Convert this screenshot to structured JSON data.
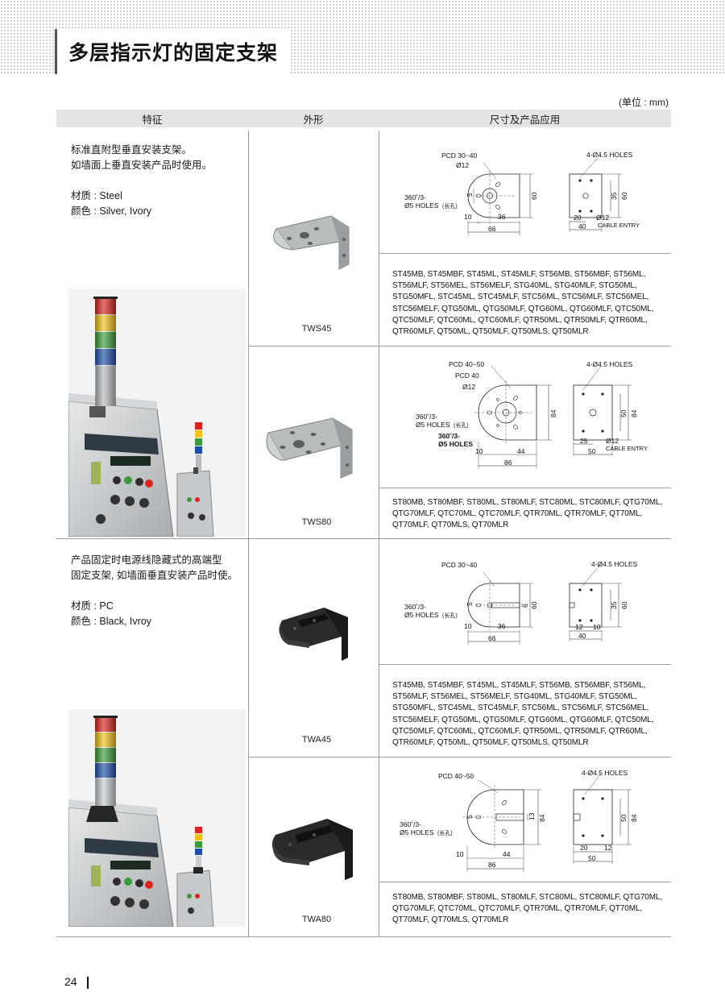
{
  "page": {
    "title": "多层指示灯的固定支架",
    "unit_note": "(单位 : mm)",
    "page_number": "24"
  },
  "table": {
    "headers": [
      "特征",
      "外形",
      "尺寸及产品应用"
    ]
  },
  "groups": [
    {
      "feature_lines": [
        "标准直附型垂直安装支架。",
        "如墙面上垂直安装产品时使用。"
      ],
      "material": "材质 : Steel",
      "color": "颜色 : Silver, Ivory"
    },
    {
      "feature_lines": [
        "产品固定时电源线隐藏式的高端型",
        "固定支架, 如墙面垂直安装产品时使。"
      ],
      "material": "材质 : PC",
      "color": "颜色 : Black, Ivroy"
    }
  ],
  "products": [
    {
      "model": "TWS45",
      "applications": [
        "ST45MB, ST45MBF, ST45ML, ST45MLF, ST56MB, ST56MBF, ST56ML,",
        "ST56MLF, ST56MEL, ST56MELF, STG40ML, STG40MLF, STG50ML,",
        "STG50MFL, STC45ML, STC45MLF, STC56ML, STC56MLF, STC56MEL,",
        "STC56MELF, QTG50ML, QTG50MLF, QTG60ML, QTG60MLF, QTC50ML,",
        "QTC50MLF, QTC60ML, QTC60MLF, QTR50ML, QTR50MLF, QTR60ML,",
        "QTR60MLF, QT50ML, QT50MLF, QT50MLS, QT50MLR"
      ],
      "dims": {
        "pcd": "PCD 30~40",
        "center": "Ø12",
        "holes_side": "4-Ø4.5 HOLES",
        "slot_1": "360˚/3-",
        "slot_2": "Ø5 HOLES",
        "slot_note": "(长孔)",
        "d5": "5",
        "h60": "60",
        "w10": "10",
        "w36": "36",
        "w66": "66",
        "s35": "35",
        "s60": "60",
        "s20": "20",
        "s40": "40",
        "cable_1": "Ø12",
        "cable_2": "CABLE ENTRY"
      }
    },
    {
      "model": "TWS80",
      "applications": [
        "ST80MB, ST80MBF, ST80ML, ST80MLF, STC80ML, STC80MLF, QTG70ML,",
        "QTG70MLF, QTC70ML, QTC70MLF, QTR70ML, QTR70MLF, QT70ML,",
        "QT70MLF, QT70MLS, QT70MLR"
      ],
      "dims": {
        "pcd": "PCD 40~50",
        "pcd2": "PCD 40",
        "center": "Ø12",
        "holes_side": "4-Ø4.5 HOLES",
        "slot_1": "360˚/3-",
        "slot_2": "Ø5 HOLES",
        "slot_note": "(长孔)",
        "slot_3": "360˚/3-",
        "slot_4": "Ø5 HOLES",
        "h84": "84",
        "w10": "10",
        "w44": "44",
        "w86": "86",
        "s50": "50",
        "s84": "84",
        "s25": "25",
        "s50b": "50",
        "cable_1": "Ø12",
        "cable_2": "CABLE ENTRY"
      }
    },
    {
      "model": "TWA45",
      "applications": [
        "ST45MB, ST45MBF, ST45ML, ST45MLF, ST56MB, ST56MBF, ST56ML,",
        "ST56MLF, ST56MEL, ST56MELF, STG40ML, STG40MLF, STG50ML,",
        "STG50MFL, STC45ML, STC45MLF, STC56ML, STC56MLF, STC56MEL,",
        "STC56MELF, QTG50ML, QTG50MLF, QTG60ML, QTG60MLF, QTC50ML,",
        "QTC50MLF, QTC60ML, QTC60MLF, QTR50ML, QTR50MLF, QTR60ML,",
        "QTR60MLF, QT50ML, QT50MLF, QT50MLS, QT50MLR"
      ],
      "dims": {
        "pcd": "PCD 30~40",
        "holes_side": "4-Ø4.5 HOLES",
        "slot_1": "360˚/3-",
        "slot_2": "Ø5 HOLES",
        "slot_note": "(长孔)",
        "d5": "5",
        "h6": "6",
        "h60": "60",
        "w10": "10",
        "w36": "36",
        "w66": "66",
        "s35": "35",
        "s60": "60",
        "s12": "12",
        "s10": "10",
        "s40": "40"
      }
    },
    {
      "model": "TWA80",
      "applications": [
        "ST80MB, ST80MBF, ST80ML, ST80MLF, STC80ML, STC80MLF, QTG70ML,",
        "QTG70MLF, QTC70ML, QTC70MLF, QTR70ML, QTR70MLF, QT70ML,",
        "QT70MLF, QT70MLS, QT70MLR"
      ],
      "dims": {
        "pcd": "PCD 40~50",
        "holes_side": "4-Ø4.5 HOLES",
        "slot_1": "360˚/3-",
        "slot_2": "Ø5 HOLES",
        "slot_note": "(长孔)",
        "d5": "5",
        "h13": "13",
        "h84": "84",
        "w10": "10",
        "w44": "44",
        "w86": "86",
        "s50": "50",
        "s84": "84",
        "s20": "20",
        "s12": "12",
        "s50b": "50"
      }
    }
  ],
  "colors": {
    "header_bg": "#e4e4e4",
    "rule": "#9a9a9a",
    "bracket_steel": "#b9bcbd",
    "bracket_black": "#2a2a2a",
    "lamp_red": "#d8261f",
    "lamp_yellow": "#f1c21b",
    "lamp_green": "#3d9a3a",
    "lamp_blue": "#1e4fa8"
  }
}
